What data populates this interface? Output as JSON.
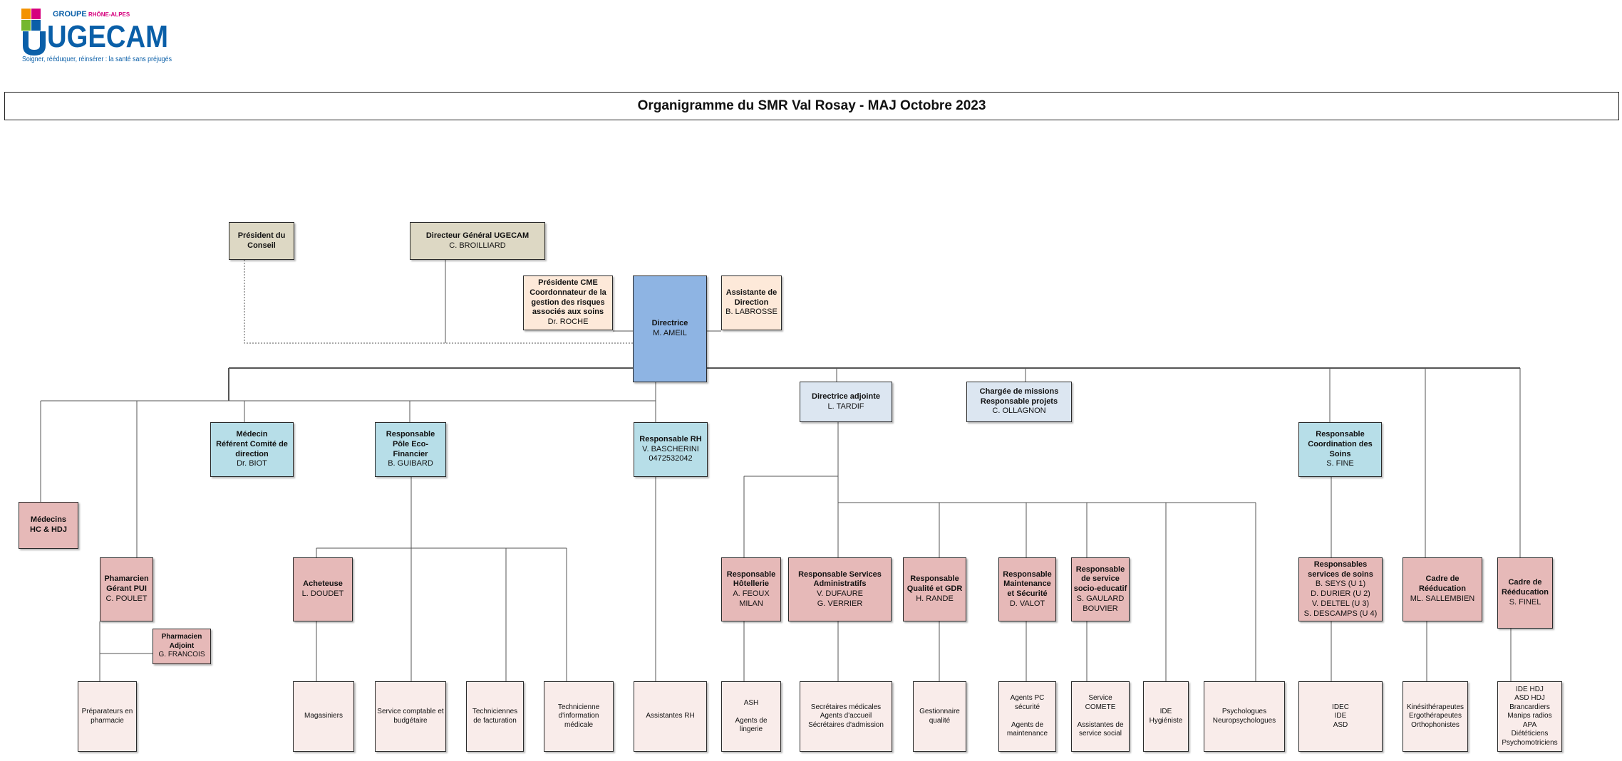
{
  "header": {
    "logo": {
      "group": "GROUPE",
      "region": "RHÔNE-ALPES",
      "brand": "UGECAM",
      "tagline": "Soigner, rééduquer, réinsérer : la santé sans préjugés"
    },
    "title": "Organigramme du SMR Val Rosay - MAJ Octobre 2023"
  },
  "colors": {
    "tan": "#ddd8c4",
    "peach": "#fde9d9",
    "director": "#8eb4e3",
    "blue": "#b7dee8",
    "pale_blue": "#dce6f1",
    "pink": "#e6b9b8",
    "pale_pink": "#f9ecea",
    "logo_blue": "#0a5fa8",
    "logo_orange": "#f39200",
    "logo_magenta": "#d6007e",
    "logo_green": "#74b72e"
  },
  "nodes": {
    "president_conseil": {
      "title": "Président du\nConseil",
      "name": ""
    },
    "dg_ugecam": {
      "title": "Directeur Général UGECAM",
      "name": "C. BROILLIARD"
    },
    "presidente_cme": {
      "title": "Présidente CME\nCoordonnateur de la\ngestion des risques\nassociés aux soins",
      "name": "Dr. ROCHE"
    },
    "directrice": {
      "title": "Directrice",
      "name": "M. AMEIL"
    },
    "assistante_direction": {
      "title": "Assistante de\nDirection",
      "name": "B. LABROSSE"
    },
    "directrice_adjointe": {
      "title": "Directrice adjointe",
      "name": "L. TARDIF"
    },
    "chargee_missions": {
      "title": "Chargée de missions\nResponsable projets",
      "name": "C. OLLAGNON"
    },
    "medecin_referent": {
      "title": "Médecin\nRéférent Comité de\ndirection",
      "name": "Dr. BIOT"
    },
    "resp_eco_financier": {
      "title": "Responsable\nPôle Eco-\nFinancier",
      "name": "B. GUIBARD"
    },
    "resp_rh": {
      "title": "Responsable RH",
      "name": "V. BASCHERINI\n0472532042"
    },
    "resp_coord_soins": {
      "title": "Responsable\nCoordination des\nSoins",
      "name": "S. FINE"
    },
    "medecins_hc_hdj": {
      "title": "Médecins\nHC & HDJ",
      "name": ""
    },
    "pharmacien_gerant": {
      "title": "Phamarcien\nGérant PUI",
      "name": "C. POULET"
    },
    "pharmacien_adjoint": {
      "title": "Pharmacien\nAdjoint",
      "name": "G. FRANCOIS"
    },
    "acheteuse": {
      "title": "Acheteuse",
      "name": "L. DOUDET"
    },
    "resp_hotellerie": {
      "title": "Responsable\nHôtellerie",
      "name": "A. FEOUX\nMILAN"
    },
    "resp_services_admin": {
      "title": "Responsable Services\nAdministratifs",
      "name": "V. DUFAURE\nG. VERRIER"
    },
    "resp_qualite": {
      "title": "Responsable\nQualité et GDR",
      "name": "H. RANDE"
    },
    "resp_maintenance": {
      "title": "Responsable\nMaintenance\net Sécurité",
      "name": "D. VALOT"
    },
    "resp_socio_educatif": {
      "title": "Responsable\nde service\nsocio-educatif",
      "name": "S. GAULARD\nBOUVIER"
    },
    "resp_services_soins": {
      "title": "Responsables\nservices de soins",
      "name": "B. SEYS (U 1)\nD. DURIER (U 2)\nV. DELTEL (U 3)\nS. DESCAMPS (U 4)"
    },
    "cadre_reeducation_1": {
      "title": "Cadre de\nRééducation",
      "name": "ML. SALLEMBIEN"
    },
    "cadre_reeducation_2": {
      "title": "Cadre de\nRééducation",
      "name": "S. FINEL"
    },
    "preparateurs": {
      "title": "Préparateurs en\npharmacie",
      "name": ""
    },
    "magasiniers": {
      "title": "Magasiniers",
      "name": ""
    },
    "service_comptable": {
      "title": "Service comptable et\nbudgétaire",
      "name": ""
    },
    "techniciennes_facturation": {
      "title": "Techniciennes\nde facturation",
      "name": ""
    },
    "technicienne_info": {
      "title": "Technicienne\nd'information\nmédicale",
      "name": ""
    },
    "assistantes_rh": {
      "title": "Assistantes RH",
      "name": ""
    },
    "ash": {
      "title": "ASH\n\nAgents de lingerie",
      "name": ""
    },
    "secretaires": {
      "title": "Secrétaires médicales\nAgents d'accueil\nSécrétaires d'admission",
      "name": ""
    },
    "gestionnaire_qualite": {
      "title": "Gestionnaire\nqualité",
      "name": ""
    },
    "agents_pc": {
      "title": "Agents PC\nsécurité\n\nAgents de\nmaintenance",
      "name": ""
    },
    "service_comete": {
      "title": "Service\nCOMETE\n\nAssistantes de\nservice social",
      "name": ""
    },
    "ide_hygieniste": {
      "title": "IDE\nHygiéniste",
      "name": ""
    },
    "psychologues": {
      "title": "Psychologues\nNeuropsychologues",
      "name": ""
    },
    "idec_ide_asd": {
      "title": "IDEC\nIDE\nASD",
      "name": ""
    },
    "kine": {
      "title": "Kinésithérapeutes\nErgothérapeutes\nOrthophonistes",
      "name": ""
    },
    "ide_hdj_team": {
      "title": "IDE HDJ\nASD HDJ\nBrancardiers\nManips radios\nAPA\nDiététiciens\nPsychomotriciens",
      "name": ""
    }
  }
}
